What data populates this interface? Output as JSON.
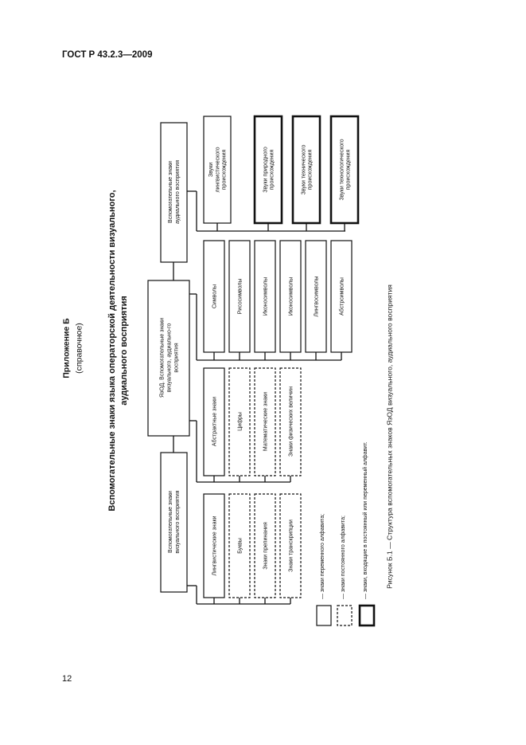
{
  "header": {
    "standard": "ГОСТ Р 43.2.3—2009"
  },
  "appendix": {
    "label": "Приложение Б",
    "note": "(справочное)"
  },
  "title": {
    "line1": "Вспомогательные знаки языка операторской деятельности визуального,",
    "line2": "аудиального восприятия"
  },
  "diagram": {
    "root": [
      "ЯзОД. Вспомогательные знаки",
      "визуального, аудиально-го",
      "восприятия"
    ],
    "visual_group": {
      "label": [
        "Вспомогательные знаки",
        "визуального восприятия"
      ],
      "col1": [
        {
          "lines": [
            "Лингвистические знаки"
          ],
          "style": "solid"
        },
        {
          "lines": [
            "Буквы"
          ],
          "style": "dashed"
        },
        {
          "lines": [
            "Знаки препинания"
          ],
          "style": "dashed"
        },
        {
          "lines": [
            "Знаки транскрипции"
          ],
          "style": "dashed"
        }
      ],
      "col2": [
        {
          "lines": [
            "Абстрактные знаки"
          ],
          "style": "solid"
        },
        {
          "lines": [
            "Цифры"
          ],
          "style": "dashed"
        },
        {
          "lines": [
            "Математические знаки"
          ],
          "style": "dashed"
        },
        {
          "lines": [
            "Знаки физических величин"
          ],
          "style": "dashed"
        }
      ]
    },
    "middle": [
      {
        "lines": [
          "Символы"
        ],
        "style": "solid"
      },
      {
        "lines": [
          "Рисосимволы"
        ],
        "style": "solid"
      },
      {
        "lines": [
          "Иконосимволы"
        ],
        "style": "solid"
      },
      {
        "lines": [
          "Иконосимволы"
        ],
        "style": "solid"
      },
      {
        "lines": [
          "Лингвосимволы"
        ],
        "style": "solid"
      },
      {
        "lines": [
          "Абстрсимволы"
        ],
        "style": "solid"
      }
    ],
    "audial_group": {
      "label": [
        "Вспомогательные знаки",
        "аудиального восприятия"
      ],
      "items": [
        {
          "lines": [
            "Звуки",
            "лингвистического",
            "происхождения"
          ],
          "style": "solid"
        },
        {
          "lines": [
            "Звуки природного",
            "происхождения"
          ],
          "style": "thick"
        },
        {
          "lines": [
            "Звуки технического",
            "происхождения"
          ],
          "style": "thick"
        },
        {
          "lines": [
            "Звуки технологического",
            "происхождения"
          ],
          "style": "thick"
        }
      ]
    }
  },
  "legend": [
    {
      "style": "solid",
      "text": "— знаки переменного алфавита;"
    },
    {
      "style": "dashed",
      "text": "— знаки постоянного алфавита;"
    },
    {
      "style": "thick",
      "text": "— знаки, входящие в постоянный или переменный алфавит."
    }
  ],
  "caption": "Рисунок Б.1 — Структура вспомогательных знаков ЯзОД визуального, аудиального восприятия",
  "page_number": "12"
}
